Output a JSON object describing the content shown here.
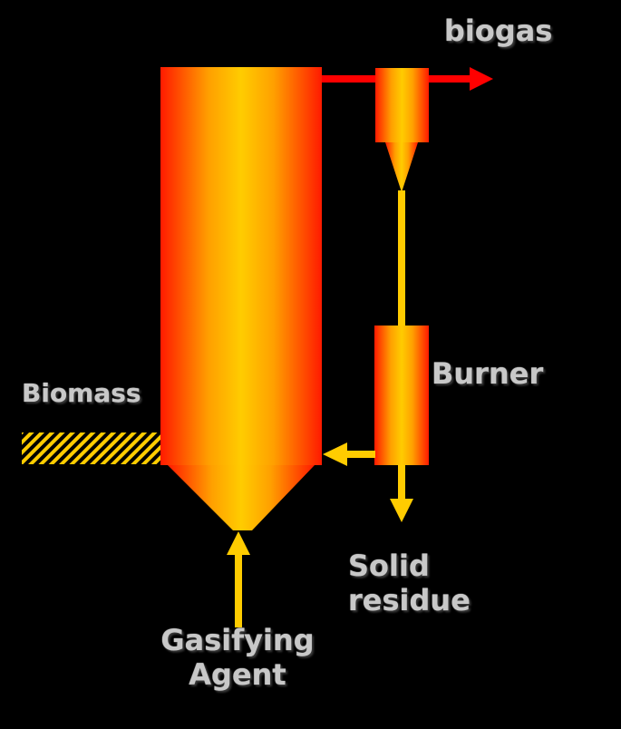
{
  "labels": {
    "biogas": "biogas",
    "burner": "Burner",
    "biomass": "Biomass",
    "solid_residue": [
      "Solid",
      "residue"
    ],
    "gasifying_agent": [
      "Gasifying",
      "Agent"
    ]
  },
  "colors": {
    "background": "#000000",
    "hot": "#ff1a00",
    "warm": "#ffcc00",
    "biogas_arrow": "#ff0000",
    "flow_arrow": "#ffcc00",
    "label_text": "#c8c8c8"
  }
}
